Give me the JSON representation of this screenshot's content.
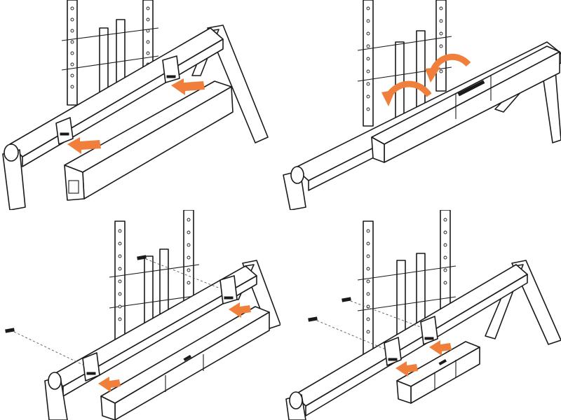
{
  "diagram": {
    "colors": {
      "line": "#1a1a1a",
      "accent_arrow": "#ef7f3a",
      "background": "#ffffff"
    },
    "steps": [
      {
        "icons": [
          "stand-frame",
          "mounting-bracket",
          "soundbar",
          "insert-arrow"
        ]
      },
      {
        "icons": [
          "stand-frame",
          "soundbar-on-bracket",
          "rotate-arrow"
        ]
      },
      {
        "icons": [
          "stand-frame",
          "mounting-bracket",
          "soundbar",
          "screw",
          "insert-arrow"
        ]
      },
      {
        "icons": [
          "stand-frame",
          "mounting-bracket",
          "compact-soundbar",
          "screw",
          "insert-arrow"
        ]
      }
    ]
  }
}
